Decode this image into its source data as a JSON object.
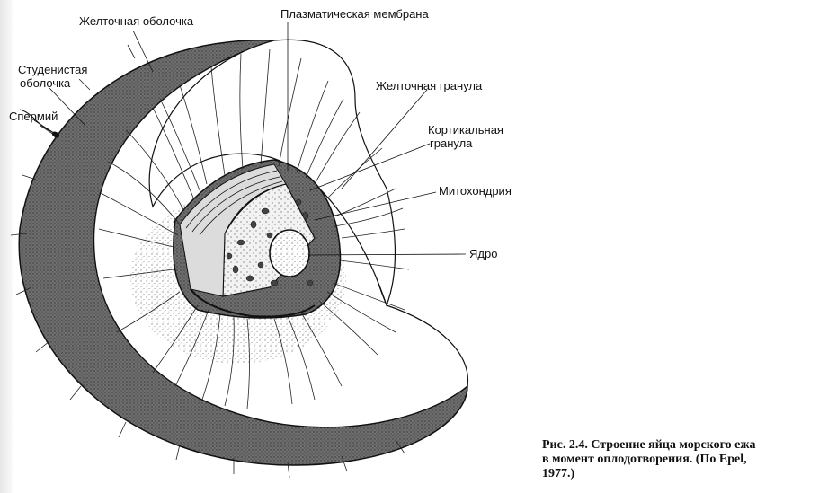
{
  "labels": {
    "vitelline_envelope": "Желточная оболочка",
    "plasma_membrane": "Плазматическая мембрана",
    "jelly_coat_line1": "Студенистая",
    "jelly_coat_line2": "оболочка",
    "sperm": "Спермий",
    "yolk_granule": "Желточная гранула",
    "cortical_granule_line1": "Кортикальная",
    "cortical_granule_line2": "гранула",
    "mitochondrion": "Митохондрия",
    "nucleus": "Ядро"
  },
  "caption": {
    "line1": "Рис. 2.4. Строение яйца морского ежа",
    "line2": "в момент оплодотворения. (По Epel,",
    "line3": "1977.)"
  }
}
